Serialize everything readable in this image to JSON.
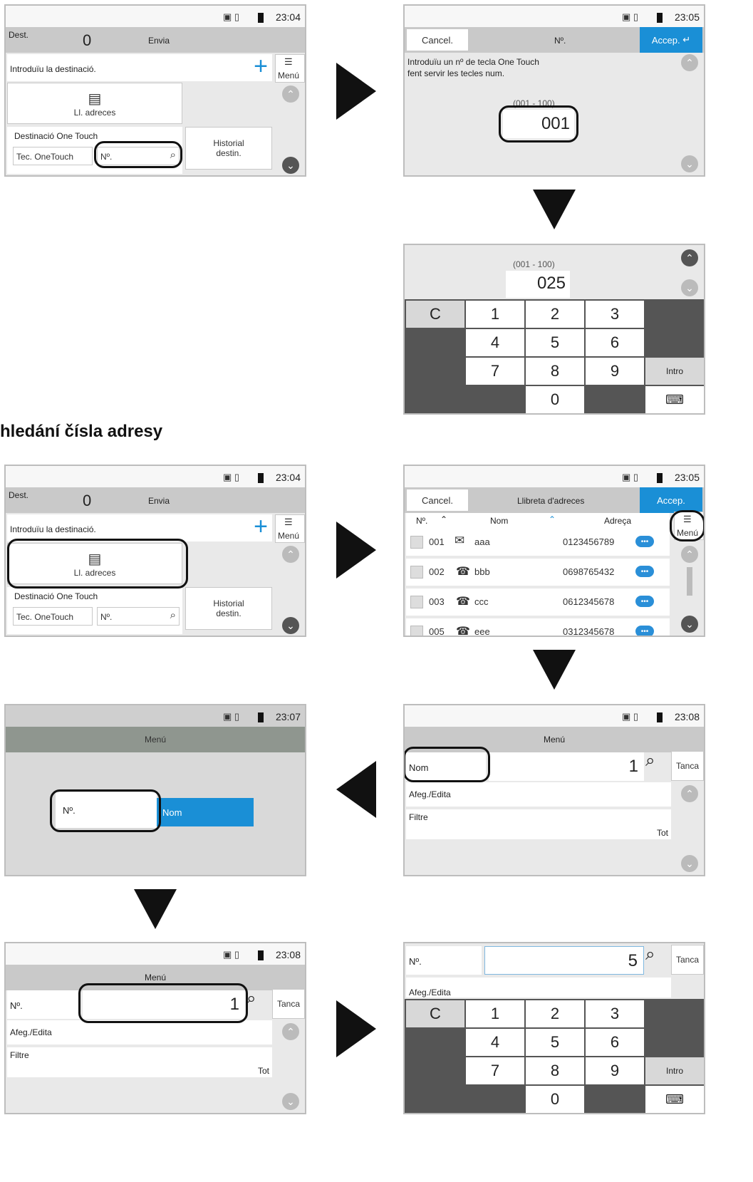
{
  "section_heading": "hledání čísla adresy",
  "status": {
    "icons": "▣ ▯",
    "t1": "23:04",
    "t2": "23:05",
    "t3": "23:07",
    "t4": "23:08"
  },
  "dest": {
    "label": "Dest.",
    "count": "0",
    "send": "Envia",
    "input_prompt": "Introduïu la destinació.",
    "menu": "Menú",
    "address_book": "Ll. adreces",
    "one_touch_title": "Destinació One Touch",
    "one_touch_key": "Tec. OneTouch",
    "number": "Nº.",
    "history_1": "Historial",
    "history_2": "destin."
  },
  "numentry": {
    "cancel": "Cancel.",
    "title": "Nº.",
    "accept": "Accep.",
    "prompt_1": "Introduïu un nº de tecla One Touch",
    "prompt_2": "fent servir les tecles num.",
    "range": "(001 - 100)",
    "value_a": "001",
    "value_b": "025"
  },
  "keypad": {
    "c": "C",
    "k1": "1",
    "k2": "2",
    "k3": "3",
    "k4": "4",
    "k5": "5",
    "k6": "6",
    "k7": "7",
    "k8": "8",
    "k9": "9",
    "k0": "0",
    "enter": "Intro"
  },
  "addressbook": {
    "cancel": "Cancel.",
    "title": "Llibreta d'adreces",
    "accept": "Accep.",
    "col_no": "Nº.",
    "col_name": "Nom",
    "col_addr": "Adreça",
    "menu": "Menú",
    "rows": [
      {
        "no": "001",
        "name": "aaa",
        "addr": "0123456789"
      },
      {
        "no": "002",
        "name": "bbb",
        "addr": "0698765432"
      },
      {
        "no": "003",
        "name": "ccc",
        "addr": "0612345678"
      },
      {
        "no": "005",
        "name": "eee",
        "addr": "0312345678"
      }
    ],
    "badge": "•••"
  },
  "menu": {
    "title": "Menú",
    "name": "Nom",
    "no": "Nº.",
    "search_value_1": "1",
    "search_value_5": "5",
    "close": "Tanca",
    "add_edit": "Afeg./Edita",
    "filter": "Filtre",
    "all": "Tot"
  }
}
